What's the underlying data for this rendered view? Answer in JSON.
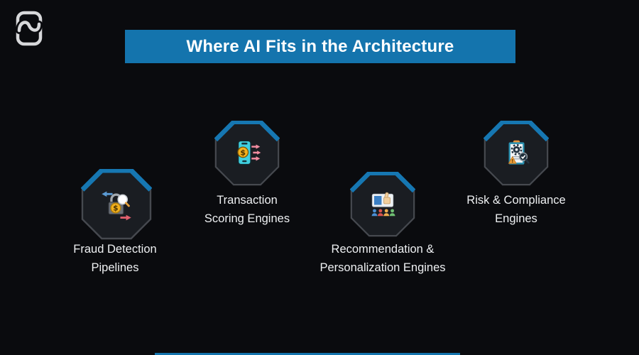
{
  "header": {
    "title": "Where AI Fits in the Architecture",
    "banner_color": "#1474ad",
    "text_color": "#ffffff"
  },
  "logo": {
    "icon": "brand-mark-icon"
  },
  "canvas": {
    "background_color": "#0a0b0e",
    "octagon_fill": "#1a1d22",
    "octagon_border": "#46494f",
    "octagon_cap_color": "#1677b2",
    "bottom_bar_color": "#1474ad"
  },
  "nodes": [
    {
      "id": "fraud-detection",
      "label": "Fraud Detection\nPipelines",
      "icon": "fraud-detection-lock-search-icon"
    },
    {
      "id": "transaction-scoring",
      "label": "Transaction\nScoring Engines",
      "icon": "transaction-phone-payment-icon"
    },
    {
      "id": "recommendation",
      "label": "Recommendation &\nPersonalization Engines",
      "icon": "thumbs-up-audience-icon"
    },
    {
      "id": "risk-compliance",
      "label": "Risk & Compliance\nEngines",
      "icon": "compliance-clipboard-audit-icon"
    }
  ]
}
